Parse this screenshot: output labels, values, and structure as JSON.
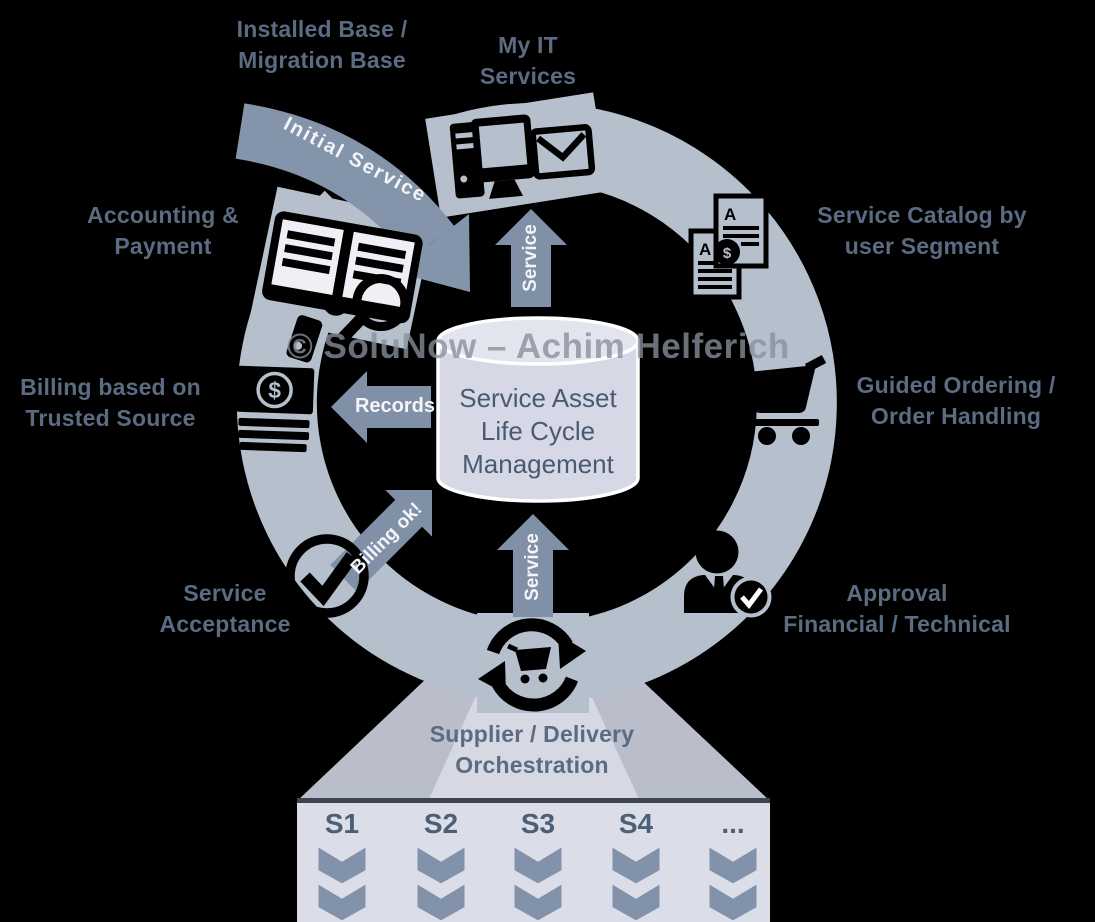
{
  "diagram": {
    "watermark": {
      "text": "© SoluNow – Achim Helferich",
      "color": "#878f9b"
    },
    "center_database": {
      "lines": [
        "Service Asset",
        "Life Cycle",
        "Management"
      ]
    },
    "stations": [
      {
        "id": "installed-base",
        "icon": "none",
        "label_lines": [
          "Installed Base /",
          "Migration Base"
        ]
      },
      {
        "id": "my-it-services",
        "icon": "desktop-mail-icon",
        "label_lines": [
          "My IT",
          "Services"
        ]
      },
      {
        "id": "service-catalog",
        "icon": "catalog-documents-icon",
        "label_lines": [
          "Service Catalog by",
          "user Segment"
        ]
      },
      {
        "id": "guided-ordering",
        "icon": "shopping-cart-icon",
        "label_lines": [
          "Guided Ordering /",
          "Order Handling"
        ]
      },
      {
        "id": "approval",
        "icon": "approver-person-icon",
        "label_lines": [
          "Approval",
          "Financial / Technical"
        ]
      },
      {
        "id": "supplier-orchestration",
        "icon": "cart-cycle-icon",
        "label_lines": [
          "Supplier / Delivery",
          "Orchestration"
        ]
      },
      {
        "id": "service-acceptance",
        "icon": "check-circle-icon",
        "label_lines": [
          "Service",
          "Acceptance"
        ]
      },
      {
        "id": "billing",
        "icon": "money-bills-icon",
        "label_lines": [
          "Billing based on",
          "Trusted Source"
        ]
      },
      {
        "id": "accounting",
        "icon": "ledger-book-icon",
        "label_lines": [
          "Accounting &",
          "Payment"
        ]
      }
    ],
    "flow_arrows": [
      {
        "id": "initial-service",
        "label": "Initial Service"
      },
      {
        "id": "service-to-user",
        "label": "Service"
      },
      {
        "id": "records",
        "label": "Records"
      },
      {
        "id": "billing-ok",
        "label": "Billing ok!"
      },
      {
        "id": "service-from-suppliers",
        "label": "Service"
      }
    ],
    "supplier_panel": {
      "columns": [
        {
          "label": "S1"
        },
        {
          "label": "S2"
        },
        {
          "label": "S3"
        },
        {
          "label": "S4"
        },
        {
          "label": "..."
        }
      ]
    },
    "icon_glyphs": {
      "dollar": "$",
      "document_letter": "A"
    },
    "colors": {
      "background": "#000000",
      "ring": "#b6bfcc",
      "arrow": "#8494aa",
      "label_text": "#5b6b81",
      "icon": "#000000",
      "cylinder_fill": "#d6d9e5",
      "cylinder_top": "#e2e4ee",
      "panel_fill": "#dbdee9",
      "chevron": "#8292aa"
    }
  }
}
